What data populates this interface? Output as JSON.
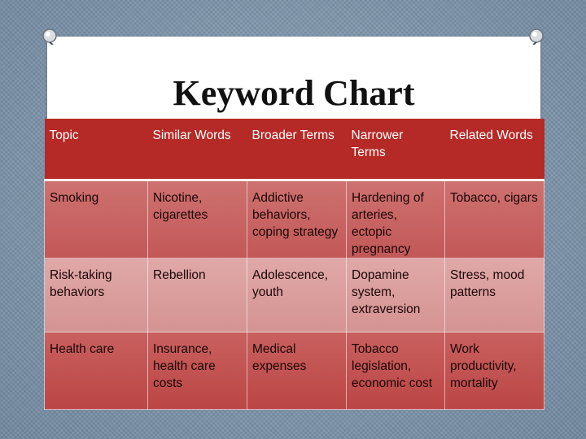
{
  "slide": {
    "title": "Keyword Chart"
  },
  "table": {
    "headers": [
      "Topic",
      "Similar Words",
      "Broader Terms",
      "Narrower Terms",
      "Related Words"
    ],
    "rows": [
      [
        "Smoking",
        "Nicotine, cigarettes",
        "Addictive behaviors, coping strategy",
        "Hardening of arteries, ectopic pregnancy",
        "Tobacco, cigars"
      ],
      [
        "Risk-taking behaviors",
        "Rebellion",
        "Adolescence, youth",
        "Dopamine system, extraversion",
        "Stress, mood patterns"
      ],
      [
        "Health care",
        "Insurance, health care costs",
        "Medical expenses",
        "Tobacco legislation, economic cost",
        "Work productivity, mortality"
      ]
    ]
  },
  "colors": {
    "header": "#b52a26",
    "row_dark": "#c25857",
    "row_light": "#d49392",
    "background": "#7e95ab"
  },
  "icons": [
    "pushpin-icon",
    "pushpin-icon"
  ]
}
